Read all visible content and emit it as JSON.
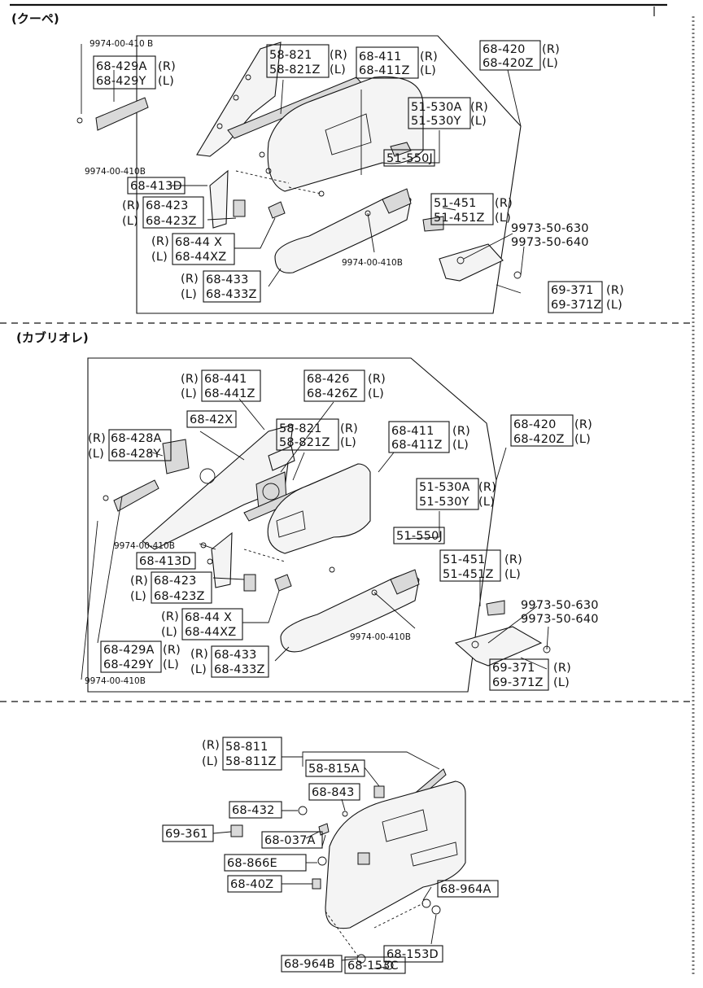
{
  "sections": {
    "coupe": {
      "title": "(クーペ)",
      "labels": {
        "l_9974_top": "9974-00-410 B",
        "l_68429A": "68-429A",
        "l_68429A_side": "(R)",
        "l_68429Y": "68-429Y",
        "l_68429Y_side": "(L)",
        "l_58821": "58-821",
        "l_58821_side": "(R)",
        "l_58821Z": "58-821Z",
        "l_58821Z_side": "(L)",
        "l_68411": "68-411",
        "l_68411_side": "(R)",
        "l_68411Z": "68-411Z",
        "l_68411Z_side": "(L)",
        "l_68420": "68-420",
        "l_68420_side": "(R)",
        "l_68420Z": "68-420Z",
        "l_68420Z_side": "(L)",
        "l_51530A": "51-530A",
        "l_51530A_side": "(R)",
        "l_51530Y": "51-530Y",
        "l_51530Y_side": "(L)",
        "l_51550J": "51-550J",
        "l_51451": "51-451",
        "l_51451_side": "(R)",
        "l_51451Z": "51-451Z",
        "l_51451Z_side": "(L)",
        "l_9974_mid": "9974-00-410B",
        "l_68413D": "68-413D",
        "l_68423_side": "(R)",
        "l_68423": "68-423",
        "l_68423Z_side": "(L)",
        "l_68423Z": "68-423Z",
        "l_6844X_side": "(R)",
        "l_6844X": "68-44 X",
        "l_6844XZ_side": "(L)",
        "l_6844XZ": "68-44XZ",
        "l_68433_side": "(R)",
        "l_68433": "68-433",
        "l_68433Z_side": "(L)",
        "l_68433Z": "68-433Z",
        "l_9974_bot": "9974-00-410B",
        "l_9973_630": "9973-50-630",
        "l_9973_640": "9973-50-640",
        "l_69371": "69-371",
        "l_69371_side": "(R)",
        "l_69371Z": "69-371Z",
        "l_69371Z_side": "(L)"
      }
    },
    "cabriolet": {
      "title": "(カブリオレ)",
      "labels": {
        "l_68441_side": "(R)",
        "l_68441": "68-441",
        "l_68441Z_side": "(L)",
        "l_68441Z": "68-441Z",
        "l_68426": "68-426",
        "l_68426_side": "(R)",
        "l_68426Z": "68-426Z",
        "l_68426Z_side": "(L)",
        "l_6842X": "68-42X",
        "l_58821": "58-821",
        "l_58821_side": "(R)",
        "l_58821Z": "58-821Z",
        "l_58821Z_side": "(L)",
        "l_68411": "68-411",
        "l_68411_side": "(R)",
        "l_68411Z": "68-411Z",
        "l_68411Z_side": "(L)",
        "l_68420": "68-420",
        "l_68420_side": "(R)",
        "l_68420Z": "68-420Z",
        "l_68420Z_side": "(L)",
        "l_68428A_side": "(R)",
        "l_68428A": "68-428A",
        "l_68428Y_side": "(L)",
        "l_68428Y": "68-428Y",
        "l_51530A": "51-530A",
        "l_51530A_side": "(R)",
        "l_51530Y": "51-530Y",
        "l_51530Y_side": "(L)",
        "l_51550J": "51-550J",
        "l_51451": "51-451",
        "l_51451_side": "(R)",
        "l_51451Z": "51-451Z",
        "l_51451Z_side": "(L)",
        "l_9974_mid": "9974-00-410B",
        "l_68413D": "68-413D",
        "l_68423_side": "(R)",
        "l_68423": "68-423",
        "l_68423Z_side": "(L)",
        "l_68423Z": "68-423Z",
        "l_6844X_side": "(R)",
        "l_6844X": "68-44 X",
        "l_6844XZ_side": "(L)",
        "l_6844XZ": "68-44XZ",
        "l_9974_right": "9974-00-410B",
        "l_9973_630": "9973-50-630",
        "l_9973_640": "9973-50-640",
        "l_68429A": "68-429A",
        "l_68429A_side": "(R)",
        "l_68429Y": "68-429Y",
        "l_68429Y_side": "(L)",
        "l_68433_side": "(R)",
        "l_68433": "68-433",
        "l_68433Z_side": "(L)",
        "l_68433Z": "68-433Z",
        "l_69371": "69-371",
        "l_69371_side": "(R)",
        "l_69371Z": "69-371Z",
        "l_69371Z_side": "(L)",
        "l_9974_bot": "9974-00-410B"
      }
    },
    "detail": {
      "labels": {
        "l_58811_side": "(R)",
        "l_58811": "58-811",
        "l_58811Z_side": "(L)",
        "l_58811Z": "58-811Z",
        "l_58815A": "58-815A",
        "l_68843": "68-843",
        "l_68432": "68-432",
        "l_69361": "69-361",
        "l_68037A": "68-037A",
        "l_68866E": "68-866E",
        "l_6840Z": "68-40Z",
        "l_68964A": "68-964A",
        "l_68153D": "68-153D",
        "l_68964B": "68-964B",
        "l_68153C": "68-153C"
      }
    }
  }
}
